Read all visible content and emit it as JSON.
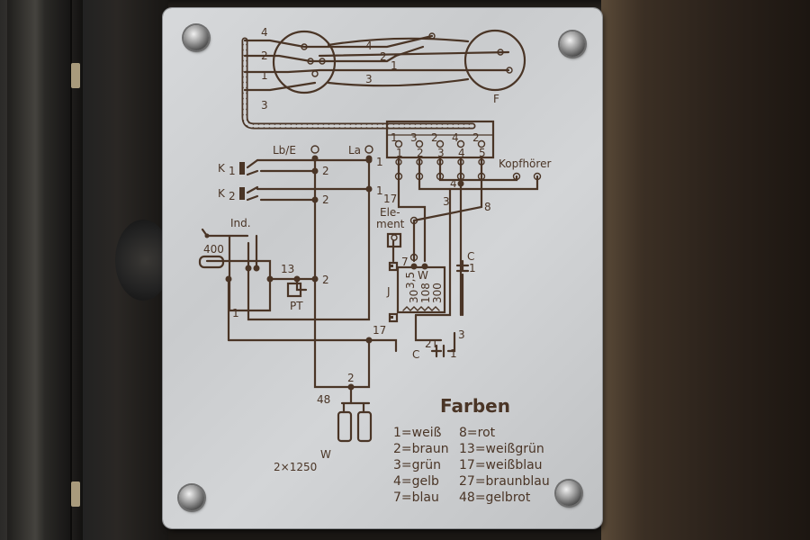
{
  "labels": {
    "f": "F",
    "lb_e": "Lb/E",
    "la": "La",
    "k1": "K",
    "k1_sub": "1",
    "k2": "K",
    "k2_sub": "2",
    "ind": "Ind.",
    "r400": "400",
    "pt": "PT",
    "kopfhoerer": "Kopfhörer",
    "element_1": "Ele-",
    "element_2": "ment",
    "j": "J",
    "c_upper": "C",
    "c_upper_sub": "1",
    "c_lower": "C",
    "c_lower_2t": "2T",
    "w": "W",
    "w_value": "2×1250",
    "ohm_35": "3,5",
    "ohm_w": "W",
    "ohm_30": "30",
    "ohm_108": "108",
    "ohm_300": "300"
  },
  "wire_numbers": {
    "top_4a": "4",
    "top_2a": "2",
    "top_1a": "1",
    "top_3a": "3",
    "top_4b": "4",
    "top_2b": "2",
    "top_1b": "1",
    "top_3b": "3",
    "k1_2": "2",
    "k2_2": "2",
    "la_1a": "1",
    "la_1b": "1",
    "pt_13": "13",
    "pt_2": "2",
    "ind_1": "1",
    "el_17": "17",
    "el_3": "3",
    "el_8": "8",
    "el_4": "4",
    "bot_17": "17",
    "bot_3": "3",
    "bot_1": "1",
    "bot_2": "2",
    "bot_48": "48",
    "pt_7": "7"
  },
  "terminal_numbers": [
    "1",
    "2",
    "3",
    "4",
    "5"
  ],
  "terminal_wire_numbers": [
    "1",
    "3",
    "2",
    "4",
    "2"
  ],
  "legend": {
    "title": "Farben",
    "entries": [
      "1=weiß",
      "8=rot",
      "2=braun",
      "13=weißgrün",
      "3=grün",
      "17=weißblau",
      "4=gelb",
      "27=braunblau",
      "7=blau",
      "48=gelbrot"
    ]
  },
  "colors": {
    "ink": "#4a3526",
    "plate": "#d0d2d4"
  }
}
